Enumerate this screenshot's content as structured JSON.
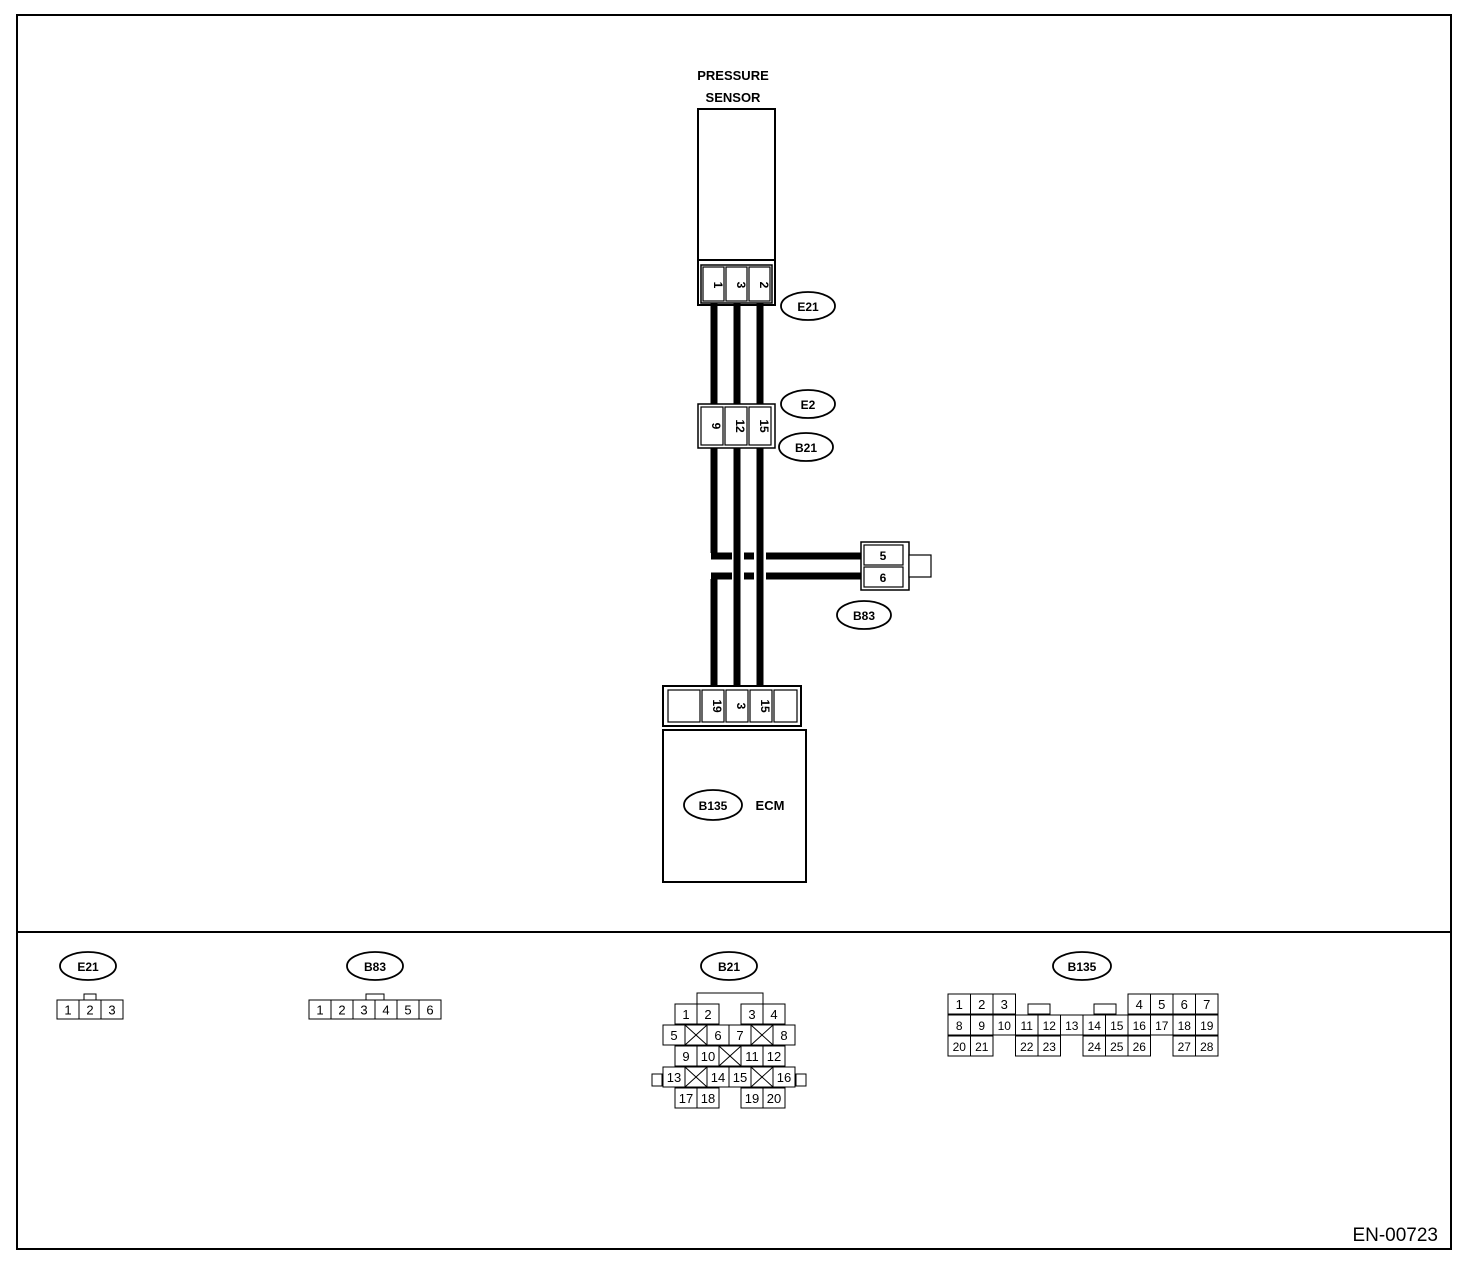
{
  "document_id": "EN-00723",
  "sensor": {
    "title_line1": "PRESSURE",
    "title_line2": "SENSOR"
  },
  "ecm": {
    "label": "ECM",
    "connector": "B135"
  },
  "connectors": {
    "e21": {
      "label": "E21",
      "pins": [
        "1",
        "3",
        "2"
      ]
    },
    "e2": {
      "label": "E2"
    },
    "b21": {
      "label": "B21",
      "pins": [
        "9",
        "12",
        "15"
      ]
    },
    "b83": {
      "label": "B83",
      "pins": [
        "5",
        "6"
      ]
    },
    "b135": {
      "pins": [
        "19",
        "3",
        "15"
      ]
    }
  },
  "legend": {
    "e21": {
      "label": "E21",
      "pins": [
        "1",
        "2",
        "3"
      ]
    },
    "b83": {
      "label": "B83",
      "pins": [
        "1",
        "2",
        "3",
        "4",
        "5",
        "6"
      ]
    },
    "b21": {
      "label": "B21",
      "rows": [
        [
          "1",
          "2",
          "3",
          "4"
        ],
        [
          "5",
          "6",
          "7",
          "8"
        ],
        [
          "9",
          "10",
          "11",
          "12"
        ],
        [
          "13",
          "14",
          "15",
          "16"
        ],
        [
          "17",
          "18",
          "19",
          "20"
        ]
      ]
    },
    "b135": {
      "label": "B135",
      "row1": [
        "1",
        "2",
        "3",
        "4",
        "5",
        "6",
        "7"
      ],
      "row2": [
        "8",
        "9",
        "10",
        "11",
        "12",
        "13",
        "14",
        "15",
        "16",
        "17",
        "18",
        "19"
      ],
      "row3": [
        "20",
        "21",
        "22",
        "23",
        "24",
        "25",
        "26",
        "27",
        "28"
      ]
    }
  }
}
